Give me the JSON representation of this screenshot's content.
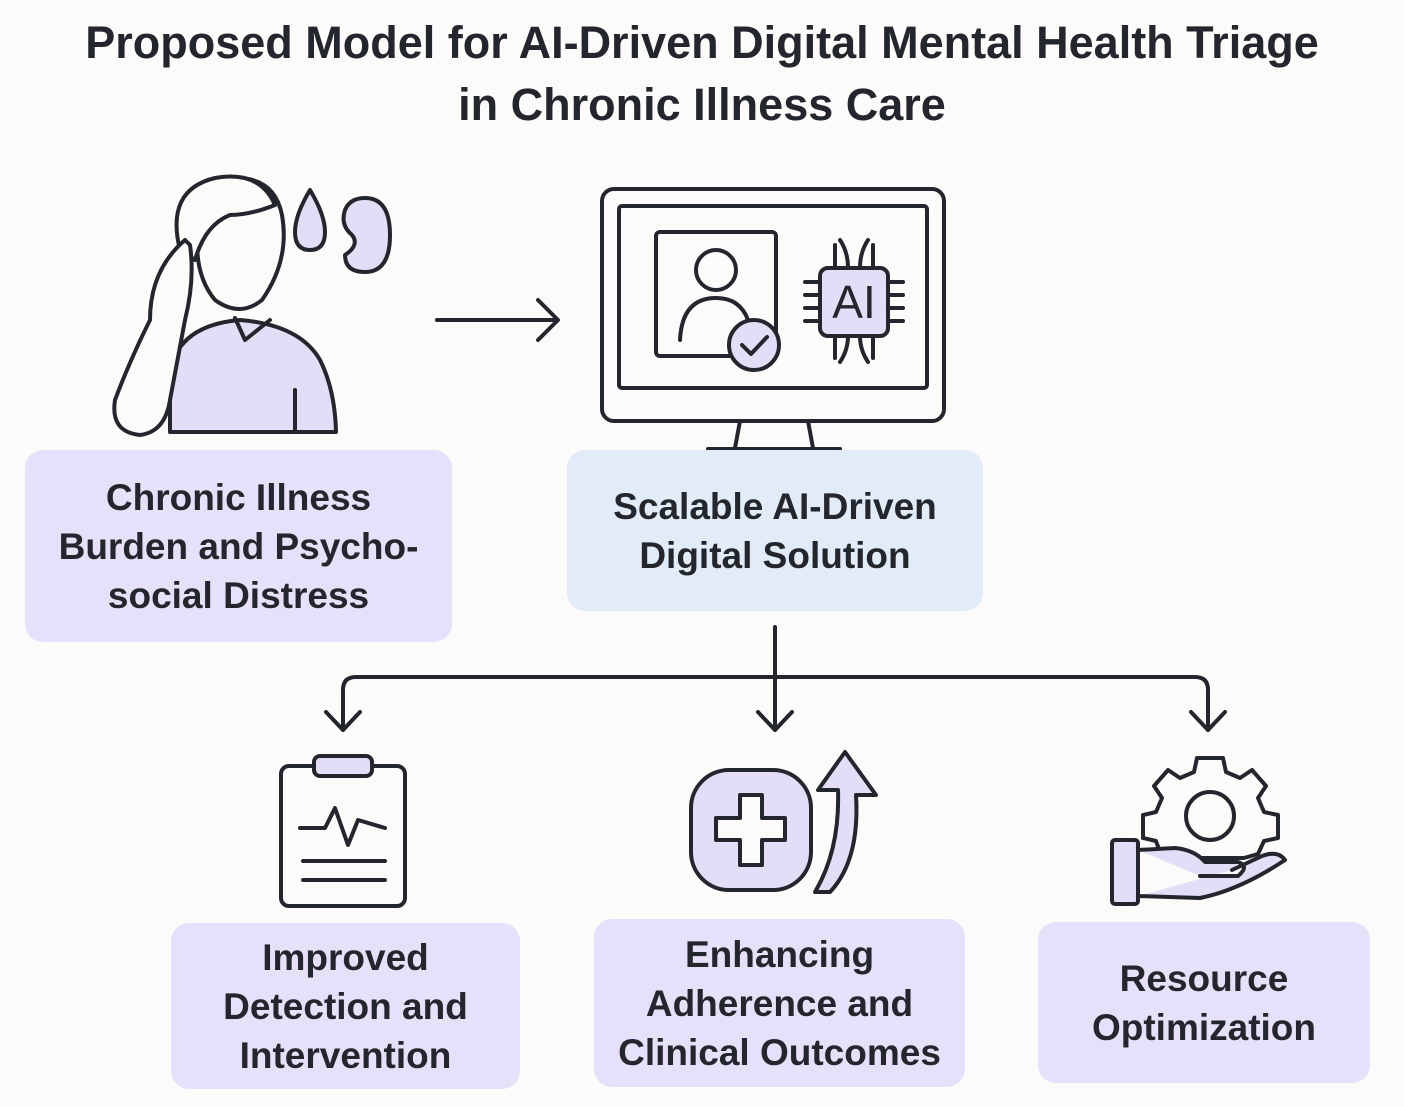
{
  "title": "Proposed Model for AI-Driven Digital Mental Health Triage\nin Chronic Illness Care",
  "title_line1": "Proposed Model for AI-Driven Digital Mental Health Triage",
  "title_line2": "in Chronic Illness Care",
  "nodes": {
    "problem": {
      "label": "Chronic Illness\nBurden and Psycho-\nsocial Distress",
      "icon": "distressed-person-icon"
    },
    "solution": {
      "label": "Scalable AI-Driven\nDigital Solution",
      "icon": "monitor-ai-icon",
      "chip_text": "AI"
    },
    "outcomes": [
      {
        "label": "Improved\nDetection and\nIntervention",
        "icon": "clipboard-heartbeat-icon"
      },
      {
        "label": "Enhancing\nAdherence  and\nClinical Outcomes",
        "icon": "health-improvement-icon"
      },
      {
        "label": "Resource\nOptimization",
        "icon": "gear-hand-icon"
      }
    ]
  },
  "colors": {
    "background": "#fdfbfa",
    "purple_box": "#e6e0fa",
    "blue_box": "#e2ebf8",
    "icon_fill": "#e3ddf8",
    "stroke": "#23262c"
  }
}
